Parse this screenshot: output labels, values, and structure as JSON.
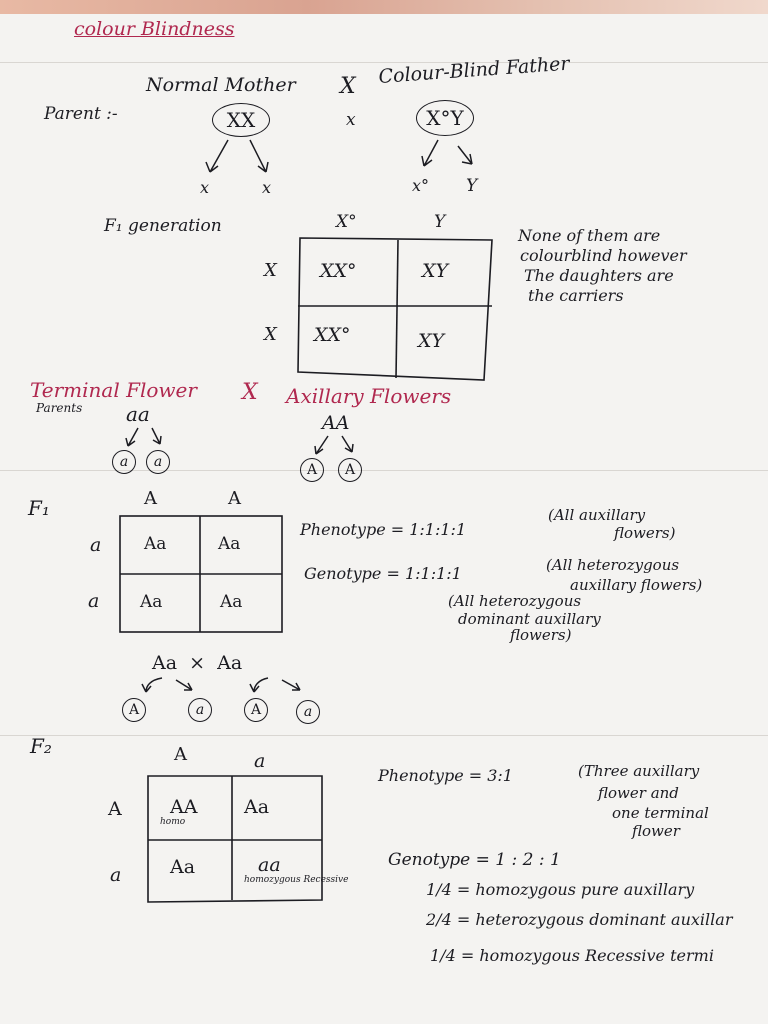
{
  "colour_blindness": {
    "title": "colour Blindness",
    "parent_label": "Parent :-",
    "mother_label": "Normal Mother",
    "cross_symbol": "X",
    "small_x": "x",
    "father_label": "Colour-Blind Father",
    "mother_genotype": "XX",
    "father_genotype": "X°Y",
    "mother_gametes": [
      "x",
      "x"
    ],
    "father_gametes": [
      "x°",
      "Y"
    ],
    "f_label": "F₁ generation",
    "punnett": {
      "cols": [
        "X°",
        "Y"
      ],
      "rows": [
        "X",
        "X"
      ],
      "cells": [
        [
          "XX°",
          "XY"
        ],
        [
          "XX°",
          "XY"
        ]
      ]
    },
    "note": [
      "None of them are",
      "colourblind however",
      "The daughters are",
      "the carriers"
    ]
  },
  "flowers": {
    "title_left": "Terminal Flower",
    "cross_symbol": "X",
    "title_right": "Axillary Flowers",
    "parents_label": "Parents",
    "parent1_genotype": "aa",
    "parent2_genotype": "AA",
    "parent1_gametes": [
      "a",
      "a"
    ],
    "parent2_gametes": [
      "A",
      "A"
    ]
  },
  "f1": {
    "label": "F₁",
    "punnett": {
      "cols": [
        "A",
        "A"
      ],
      "rows": [
        "a",
        "a"
      ],
      "cells": [
        [
          "Aa",
          "Aa"
        ],
        [
          "Aa",
          "Aa"
        ]
      ]
    },
    "phenotype": "Phenotype = 1:1:1:1",
    "phenotype_note": [
      "(All auxillary",
      "flowers)"
    ],
    "genotype": "Genotype = 1:1:1:1",
    "genotype_note": [
      "(All heterozygous",
      "auxillary flowers)"
    ],
    "genotype_note2": [
      "(All heterozygous",
      "dominant auxillary",
      "flowers)"
    ],
    "cross": "Aa  ×  Aa",
    "gametes": [
      "A",
      "a",
      "A",
      "a"
    ]
  },
  "f2": {
    "label": "F₂",
    "punnett": {
      "cols": [
        "A",
        "a"
      ],
      "rows": [
        "A",
        "a"
      ],
      "cells": [
        [
          "AA",
          "Aa"
        ],
        [
          "Aa",
          "aa"
        ]
      ],
      "cell_notes": [
        [
          "homo",
          ""
        ],
        [
          "",
          "homozygous Recessive"
        ]
      ]
    },
    "phenotype": "Phenotype = 3:1",
    "phenotype_note": [
      "(Three auxillary",
      "flower and",
      "one terminal",
      "flower"
    ],
    "genotype": "Genotype = 1 : 2 : 1",
    "ratios": [
      "1/4 = homozygous pure auxillary",
      "2/4 = heterozygous dominant auxillar",
      "1/4 = homozygous Recessive termi"
    ]
  }
}
